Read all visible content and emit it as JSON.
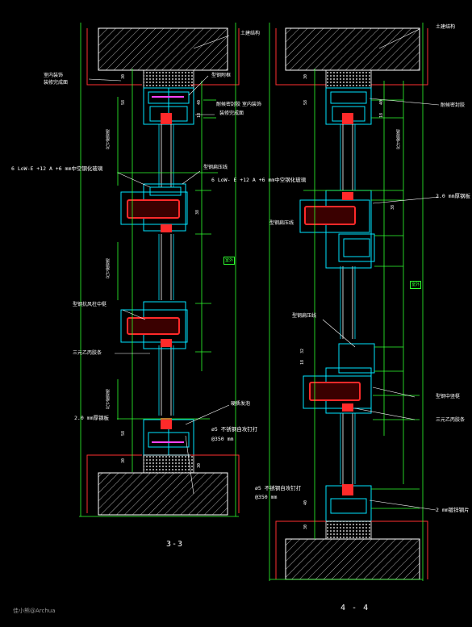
{
  "drawings": [
    {
      "id": "3-3",
      "title": "3-3",
      "labels": {
        "top_structure": "土建结构",
        "interior_trim": "室内装饰",
        "finish_face": "装修完成面",
        "steel_sub_frame": "型钢附框",
        "sealant_left": "耐候密封胶",
        "interior_trim_2": "室内装饰",
        "finish_face_2": "装修完成面",
        "glass_spec": "6 LoW-E +12 A +6 mm中空钢化玻璃",
        "bar_profile": "型钢扁压线",
        "wind_load": "型钢抗风柱中梃",
        "epdm": "三元乙丙胶条",
        "steel_plate": "2.0 mm厚钢板",
        "sealant": "硬质发泡",
        "bolt_spec": "ø5 不锈钢自攻钉打",
        "bolt_spacing": "@350 mm",
        "tag_center": "室外"
      },
      "dims": [
        "30",
        "58",
        "40",
        "18",
        "38",
        "30",
        "58",
        "30"
      ]
    },
    {
      "id": "4-4",
      "title": "4 - 4",
      "labels": {
        "top_structure": "土建结构",
        "sealant": "耐候密封胶",
        "glass_spec": "6 LoW- E +12 A +6 mm中空钢化玻璃",
        "steel_plate": "2.0 mm厚钢板",
        "profile": "型钢扁压线",
        "bar_profile": "型钢扁压线",
        "mullion": "型钢中竖梃",
        "epdm": "三元乙丙胶条",
        "bolt_spec": "ø5 不锈钢自攻钉打",
        "bolt_spacing": "@350 mm",
        "bottom_plate": "2 mm镀锌钢片",
        "tag_center": "室外"
      },
      "dims": [
        "30",
        "58",
        "40",
        "18",
        "38",
        "32",
        "18",
        "40",
        "30"
      ]
    }
  ],
  "watermark": "佳小熊@Archua",
  "vertical_labels": [
    "尺寸按现场",
    "尺寸按现场",
    "尺寸按现场",
    "尺寸按现场"
  ],
  "colors": {
    "background": "#000000",
    "frame": "#00e5ff",
    "glass_core": "#ff2a2a",
    "dimension": "#2fff2f",
    "hatch": "#ffffff",
    "outline": "#ff3030",
    "insulation": "#ffd23f"
  }
}
